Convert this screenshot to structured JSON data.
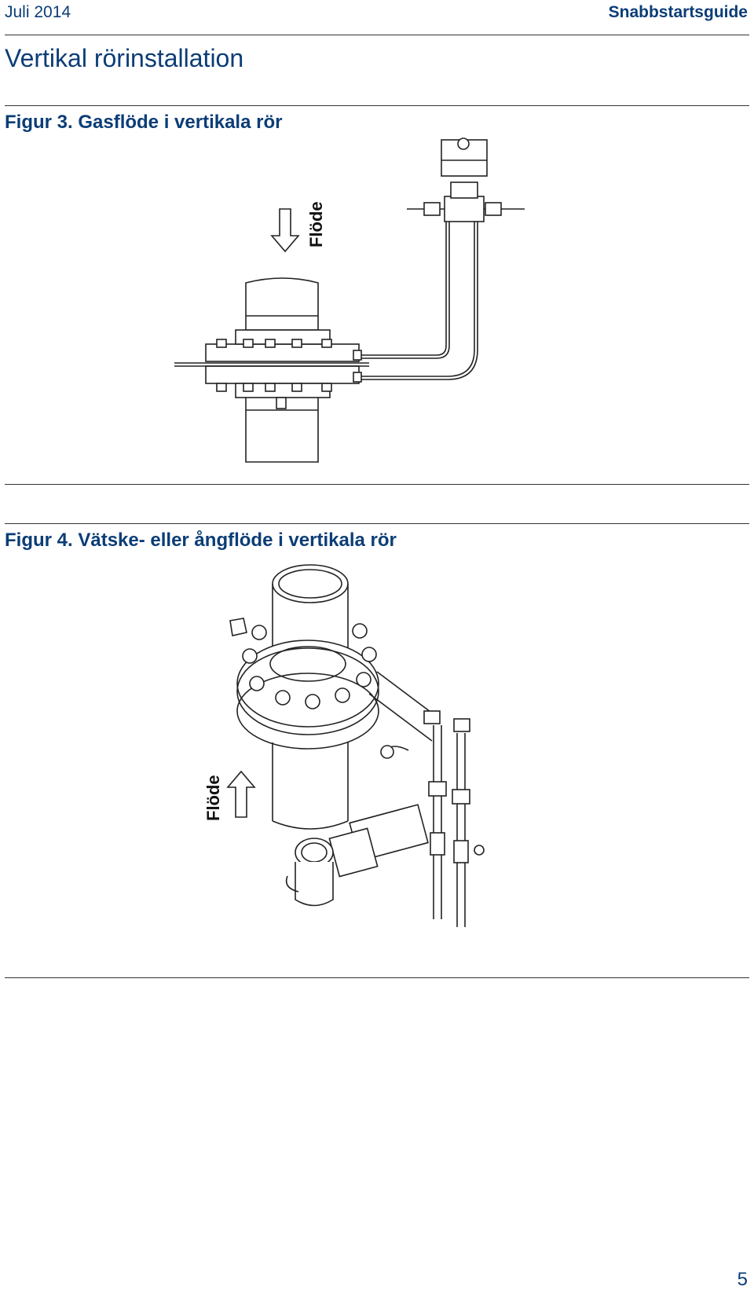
{
  "header": {
    "date": "Juli 2014",
    "guide": "Snabbstartsguide"
  },
  "section": {
    "title": "Vertikal rörinstallation"
  },
  "figures": [
    {
      "caption": "Figur 3.  Gasflöde i vertikala rör",
      "flow_label": "Flöde"
    },
    {
      "caption": "Figur 4.  Vätske- eller ångflöde i vertikala rör",
      "flow_label": "Flöde"
    }
  ],
  "footer": {
    "page_number": "5"
  },
  "colors": {
    "heading_blue": "#0b3d77",
    "rule": "#333333"
  }
}
